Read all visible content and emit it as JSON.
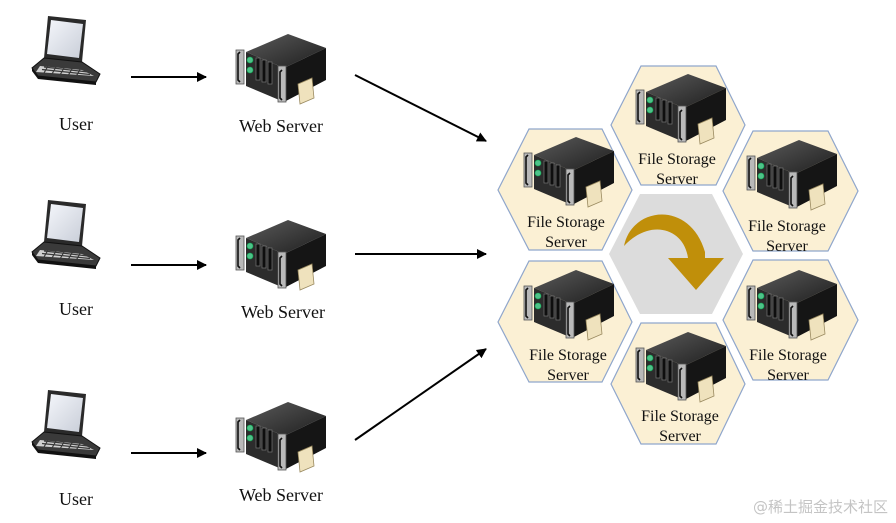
{
  "diagram": {
    "rows": [
      {
        "user_label": "User",
        "server_label": "Web Server"
      },
      {
        "user_label": "User",
        "server_label": "Web Server"
      },
      {
        "user_label": "User",
        "server_label": "Web Server"
      }
    ],
    "cluster": {
      "nodes": [
        {
          "line1": "File Storage",
          "line2": "Server"
        },
        {
          "line1": "File Storage",
          "line2": "Server"
        },
        {
          "line1": "File Storage",
          "line2": "Server"
        },
        {
          "line1": "File Storage",
          "line2": "Server"
        },
        {
          "line1": "File Storage",
          "line2": "Server"
        },
        {
          "line1": "File Storage",
          "line2": "Server"
        }
      ],
      "center_icon": "rotate-clockwise-arrow-icon"
    },
    "colors": {
      "hex_fill": "#fbf0d4",
      "hex_stroke": "#8fa6cc",
      "center_fill": "#dcdcdc",
      "rotate_arrow": "#c08f0a",
      "arrow": "#000000"
    }
  },
  "watermark": "@稀土掘金技术社区"
}
